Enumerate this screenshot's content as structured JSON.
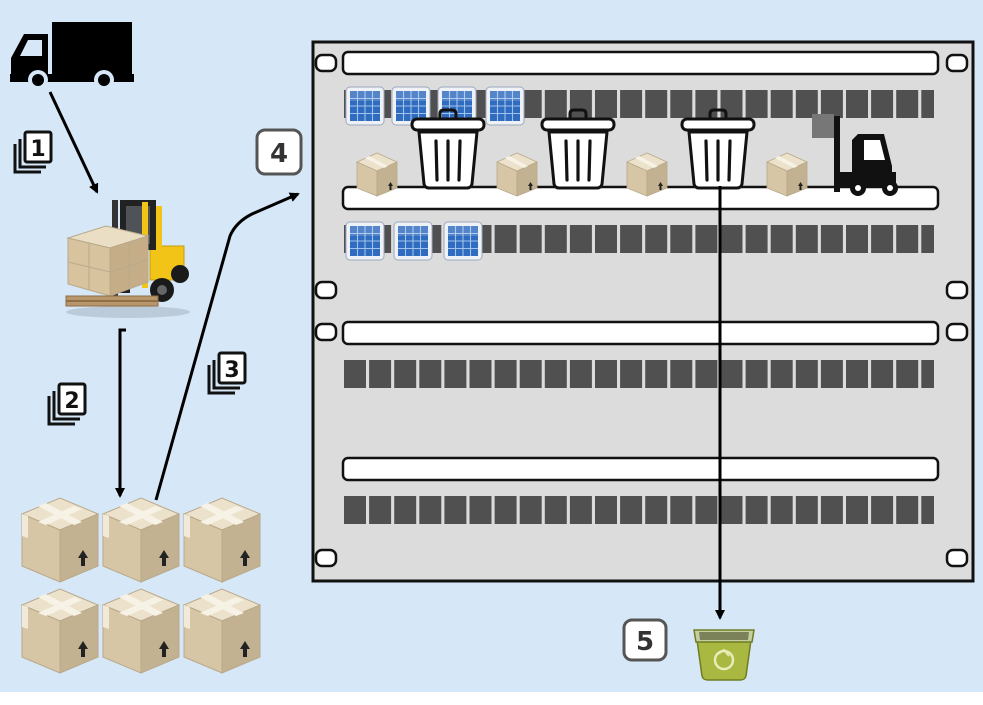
{
  "colors": {
    "background": "#d6e7f8",
    "panel": "#dcdcdc",
    "rail_segment": "#505050",
    "module_blue": "#3a72c0",
    "box_tan": "#d8c8a8",
    "forklift_yellow": "#f2c418",
    "recycle_bin": "#a8b840"
  },
  "icons": {
    "truck": "truck-icon",
    "forklift_loader": "forklift-icon",
    "panel_forklift": "forklift-icon",
    "trash": "trash-icon",
    "box": "box-icon",
    "module": "solar-module-icon",
    "recycle_bin": "recycle-bin-icon",
    "step_badge": "layers-icon"
  },
  "steps": {
    "s1": "1",
    "s2": "2",
    "s3": "3",
    "s4": "4",
    "s5": "5"
  },
  "panel": {
    "rows": 4,
    "row1_modules": 4,
    "row2_modules": 3,
    "trash_cans": 3,
    "row1_boxes": 4
  },
  "warehouse": {
    "box_count": 6
  }
}
